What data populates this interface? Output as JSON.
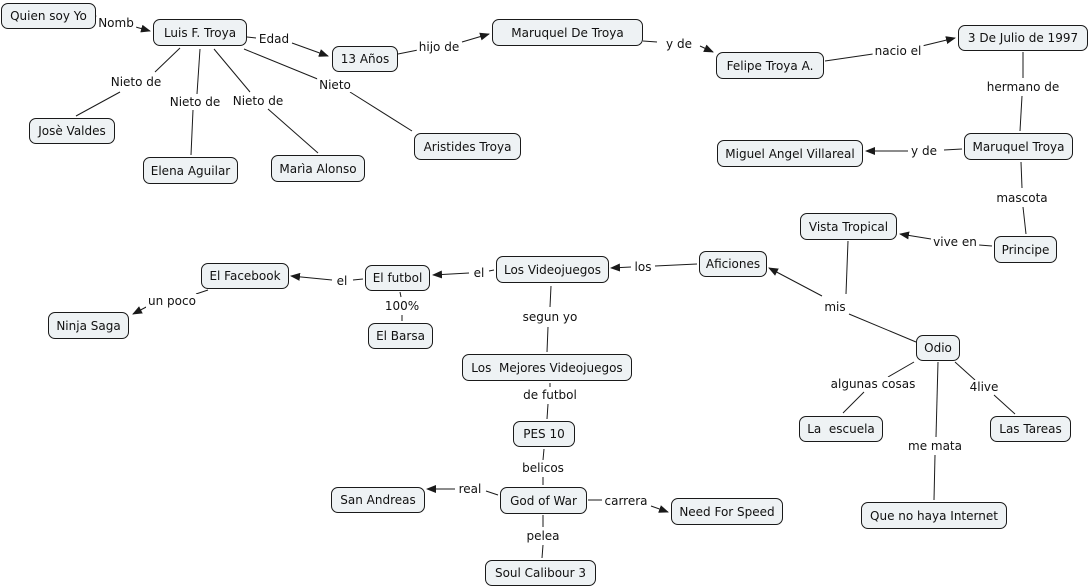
{
  "colors": {
    "node_fill": "#eef2f4",
    "node_border": "#1a1a1a",
    "line": "#1a1a1a",
    "background": "#ffffff"
  },
  "nodes": {
    "quien": "Quien soy Yo",
    "luis": "Luis F. Troya",
    "anos": "13 Años",
    "maruquel_de": "Maruquel De Troya",
    "felipe": "Felipe Troya A.",
    "fecha": "3 De Julio de 1997",
    "jose": "Josè Valdes",
    "elena": "Elena Aguilar",
    "maria": "Marìa Alonso",
    "aristides": "Aristides Troya",
    "miguel": "Miguel Angel Villareal",
    "maruquel": "Maruquel Troya",
    "vista": "Vista Tropical",
    "principe": "Principe",
    "aficiones": "Aficiones",
    "videojuegos": "Los Videojuegos",
    "futbol": "El futbol",
    "facebook": "El Facebook",
    "ninja": "Ninja Saga",
    "barsa": "El Barsa",
    "mejores": "Los  Mejores Videojuegos",
    "pes": "PES 10",
    "gow": "God of War",
    "sanandreas": "San Andreas",
    "nfs": "Need For Speed",
    "soul": "Soul Calibour 3",
    "odio": "Odio",
    "escuela": "La  escuela",
    "tareas": "Las Tareas",
    "internet": "Que no haya Internet"
  },
  "links": {
    "nomb": "Nomb",
    "edad": "Edad",
    "hijo_de": "hijo de",
    "y_de_1": "y de",
    "nacio_el": "nacio el",
    "nieto_de_1": "Nieto de",
    "nieto_de_2": "Nieto de",
    "nieto_de_3": "Nieto de",
    "nieto": "Nieto",
    "hermano_de": "hermano de",
    "y_de_2": "y de",
    "mascota": "mascota",
    "vive_en": "vive en",
    "mis": "mis",
    "los": "los",
    "el_1": "el",
    "el_2": "el",
    "un_poco": "un poco",
    "pct": "100%",
    "segun_yo": "segun yo",
    "de_futbol": "de futbol",
    "belicos": "belicos",
    "real": "real",
    "carrera": "carrera",
    "pelea": "pelea",
    "algunas_cosas": "algunas cosas",
    "me_mata": "me mata",
    "4live": "4live"
  }
}
